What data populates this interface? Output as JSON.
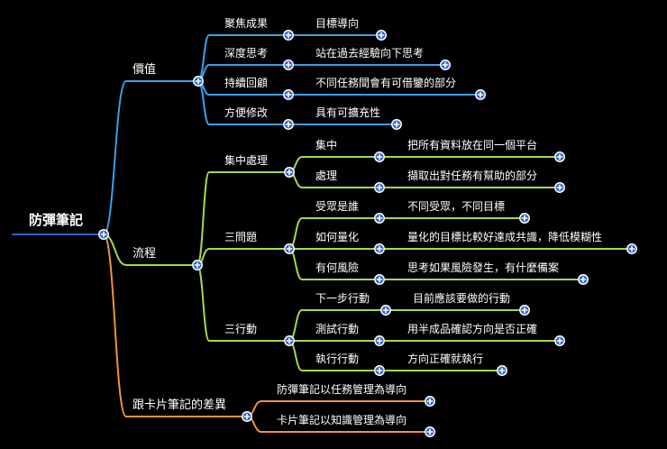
{
  "root": {
    "label": "防彈筆記",
    "color": "#2f64c8"
  },
  "branches": [
    {
      "label": "價值",
      "color": "#3aa0e8",
      "children": [
        {
          "label": "聚焦成果",
          "children": [
            {
              "label": "目標導向"
            }
          ]
        },
        {
          "label": "深度思考",
          "children": [
            {
              "label": "站在過去經驗向下思考"
            }
          ]
        },
        {
          "label": "持續回顧",
          "children": [
            {
              "label": "不同任務間會有可借鑒的部分"
            }
          ]
        },
        {
          "label": "方便修改",
          "children": [
            {
              "label": "具有可擴充性"
            }
          ]
        }
      ]
    },
    {
      "label": "流程",
      "color": "#a6d84a",
      "children": [
        {
          "label": "集中處理",
          "children": [
            {
              "label": "集中",
              "children": [
                {
                  "label": "把所有資料放在同一個平台"
                }
              ]
            },
            {
              "label": "處理",
              "children": [
                {
                  "label": "擷取出對任務有幫助的部分"
                }
              ]
            }
          ]
        },
        {
          "label": "三問題",
          "children": [
            {
              "label": "受眾是誰",
              "children": [
                {
                  "label": "不同受眾，不同目標"
                }
              ]
            },
            {
              "label": "如何量化",
              "children": [
                {
                  "label": "量化的目標比較好達成共識，降低模糊性"
                }
              ]
            },
            {
              "label": "有何風險",
              "children": [
                {
                  "label": "思考如果風險發生，有什麼備案"
                }
              ]
            }
          ]
        },
        {
          "label": "三行動",
          "children": [
            {
              "label": "下一步行動",
              "children": [
                {
                  "label": "目前應該要做的行動"
                }
              ]
            },
            {
              "label": "測試行動",
              "children": [
                {
                  "label": "用半成品確認方向是否正確"
                }
              ]
            },
            {
              "label": "執行行動",
              "children": [
                {
                  "label": "方向正確就執行"
                }
              ]
            }
          ]
        }
      ]
    },
    {
      "label": "跟卡片筆記的差異",
      "color": "#f0943c",
      "children": [
        {
          "label": "防彈筆記以任務管理為導向"
        },
        {
          "label": "卡片筆記以知識管理為導向"
        }
      ]
    }
  ]
}
